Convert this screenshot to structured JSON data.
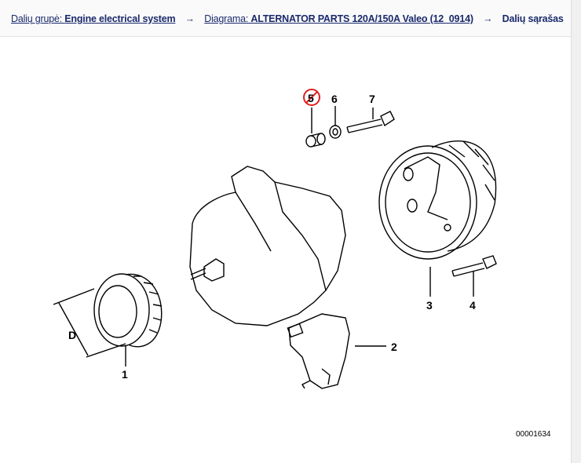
{
  "breadcrumb": {
    "group_prefix": "Dalių grupė: ",
    "group_name": "Engine electrical system",
    "diagram_prefix": "Diagrama: ",
    "diagram_name": "ALTERNATOR PARTS 120A/150A Valeo (12_0914)",
    "current": "Dalių sąrašas",
    "separator": "→"
  },
  "diagram": {
    "callouts": [
      "1",
      "2",
      "3",
      "4",
      "5",
      "6",
      "7",
      "D"
    ],
    "image_code": "00001634",
    "discontinued_color": "#e02020"
  }
}
